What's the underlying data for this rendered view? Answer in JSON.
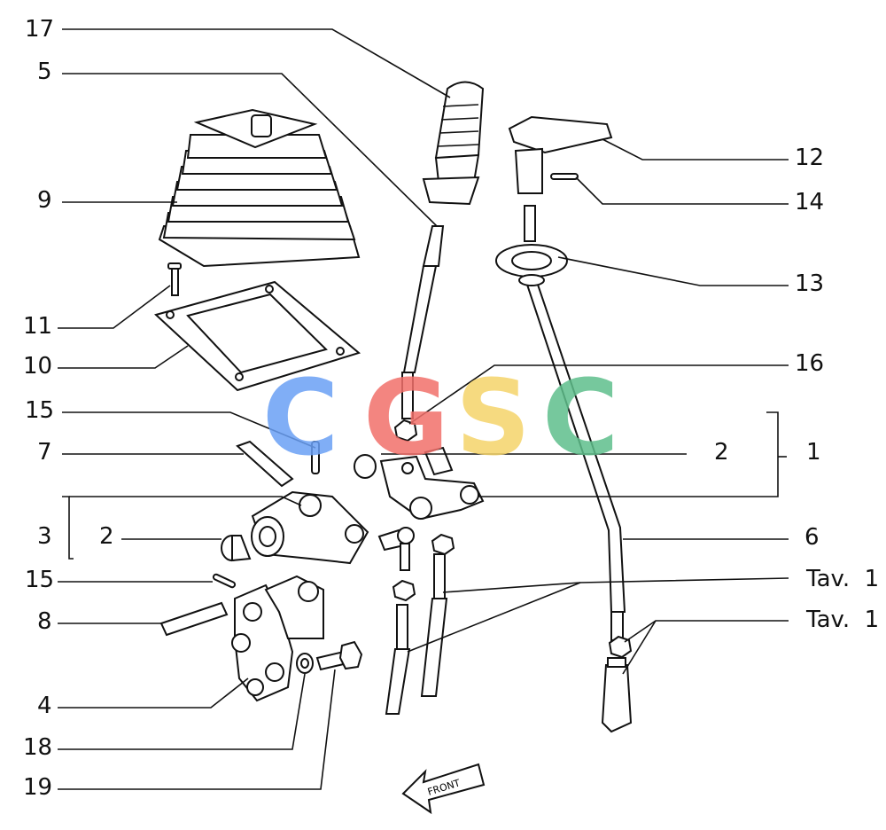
{
  "labels_left": [
    "17",
    "5",
    "9",
    "11",
    "10",
    "15",
    "7",
    "3",
    "2",
    "15",
    "8",
    "4",
    "18",
    "19"
  ],
  "labels_right": [
    "12",
    "14",
    "13",
    "16",
    "2",
    "1",
    "6",
    "Tav.  1",
    "Tav.  1"
  ],
  "arrow_text": "FRONT",
  "watermark": {
    "letters": [
      "C",
      "G",
      "S",
      "C"
    ],
    "colors": [
      "#6aa0f5",
      "#f2706b",
      "#f5d46a",
      "#5fbf8c"
    ]
  },
  "ink_color": "#111111"
}
